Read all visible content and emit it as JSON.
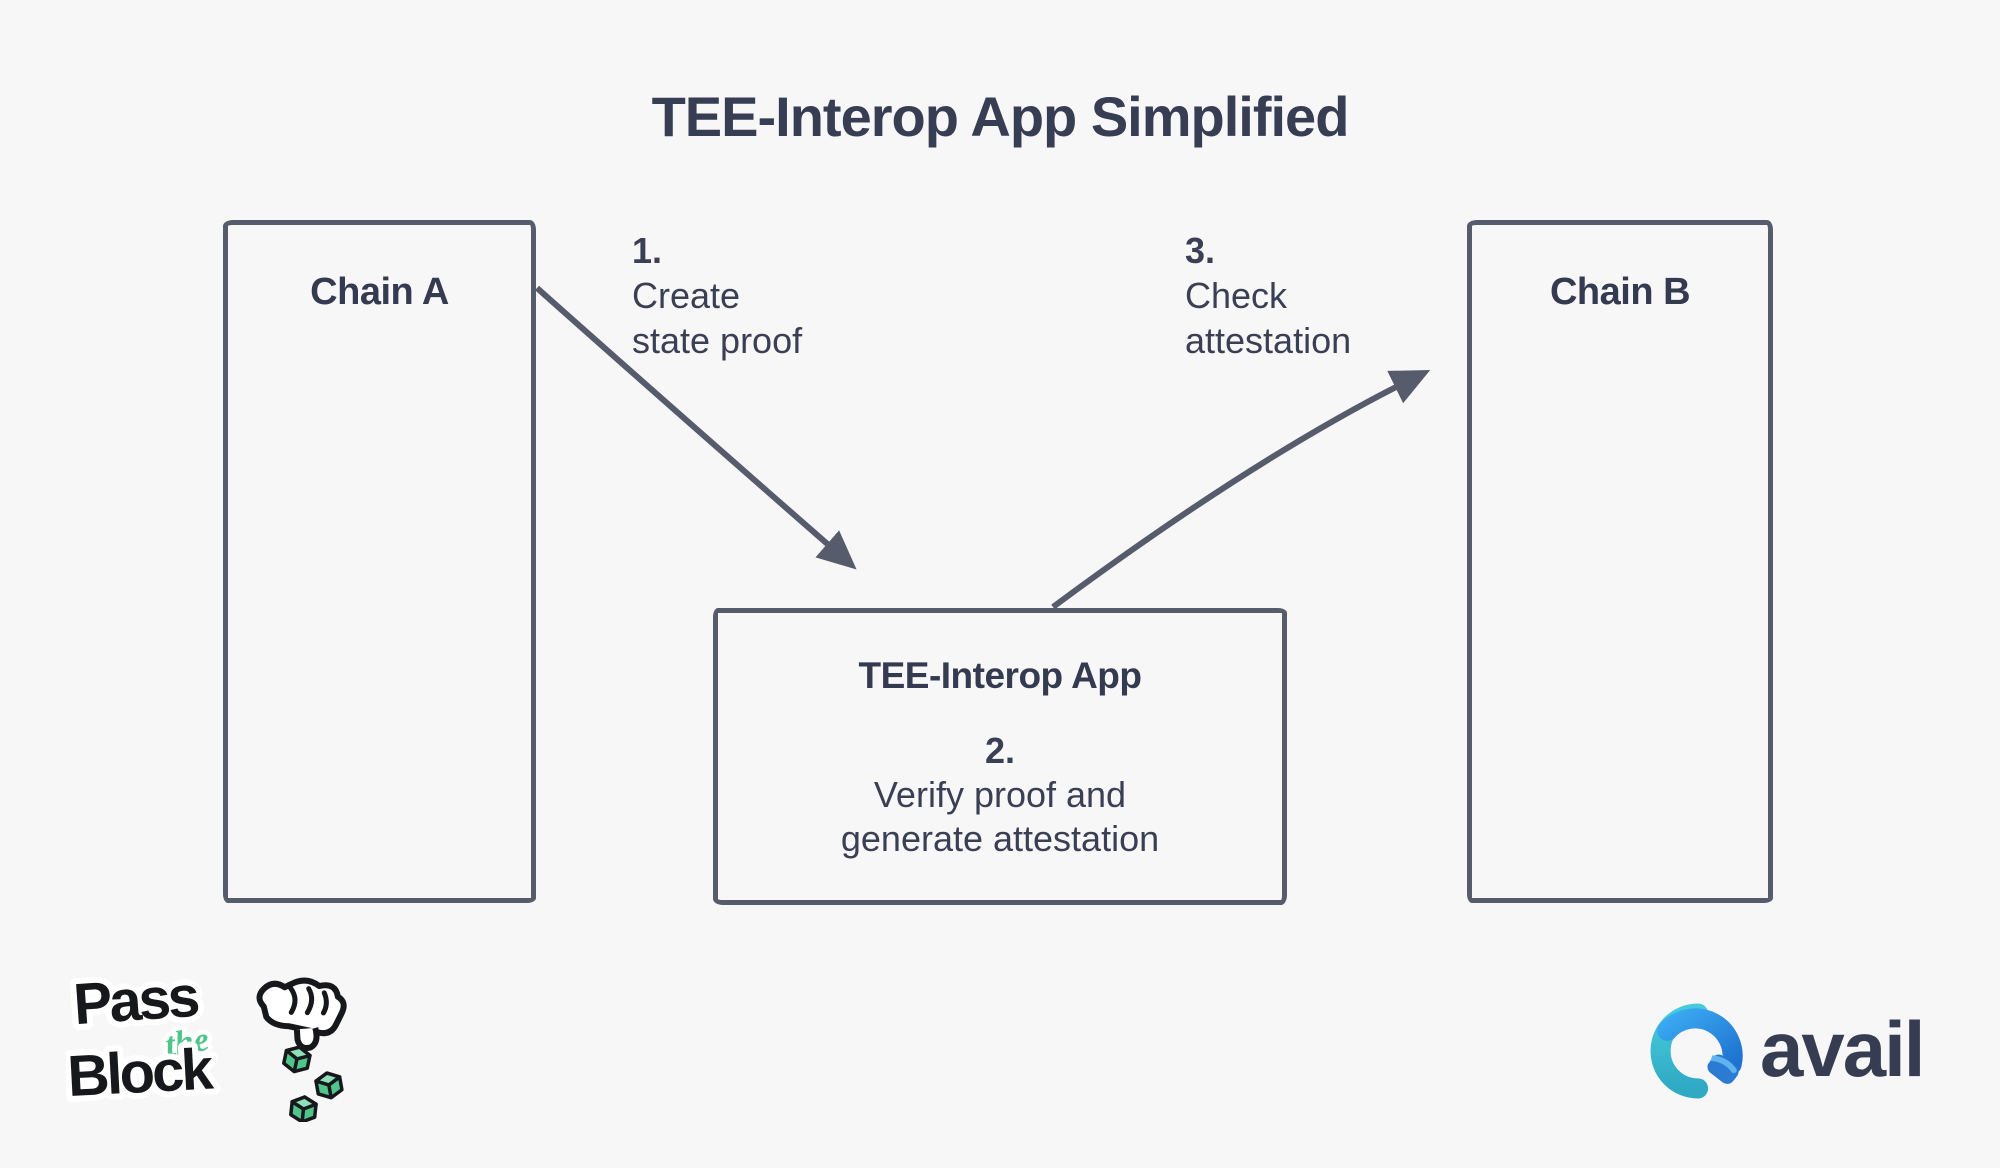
{
  "page": {
    "title": "TEE-Interop App Simplified",
    "background_color": "#f7f7f8",
    "ink_color": "#3a3f54",
    "line_color": "#575c6d"
  },
  "nodes": {
    "chain_a": {
      "label": "Chain A"
    },
    "chain_b": {
      "label": "Chain B"
    },
    "tee": {
      "title": "TEE-Interop App",
      "step_number": "2.",
      "step_line1": "Verify proof and",
      "step_line2": "generate attestation"
    }
  },
  "arrows": {
    "step1": {
      "number": "1.",
      "line1": "Create",
      "line2": "state proof",
      "from": "Chain A",
      "to": "TEE-Interop App"
    },
    "step3": {
      "number": "3.",
      "line1": "Check",
      "line2": "attestation",
      "from": "TEE-Interop App",
      "to": "Chain B"
    }
  },
  "logos": {
    "pass_the_block": {
      "word1": "Pass",
      "word2": "the",
      "word3": "Block",
      "accent_green": "#50c48b",
      "text_color": "#17181c"
    },
    "avail": {
      "text": "avail",
      "text_color": "#363c52",
      "icon_blue": "#2d96e6",
      "icon_deep_blue": "#1f72cf",
      "icon_cyan": "#47cbdc"
    }
  }
}
